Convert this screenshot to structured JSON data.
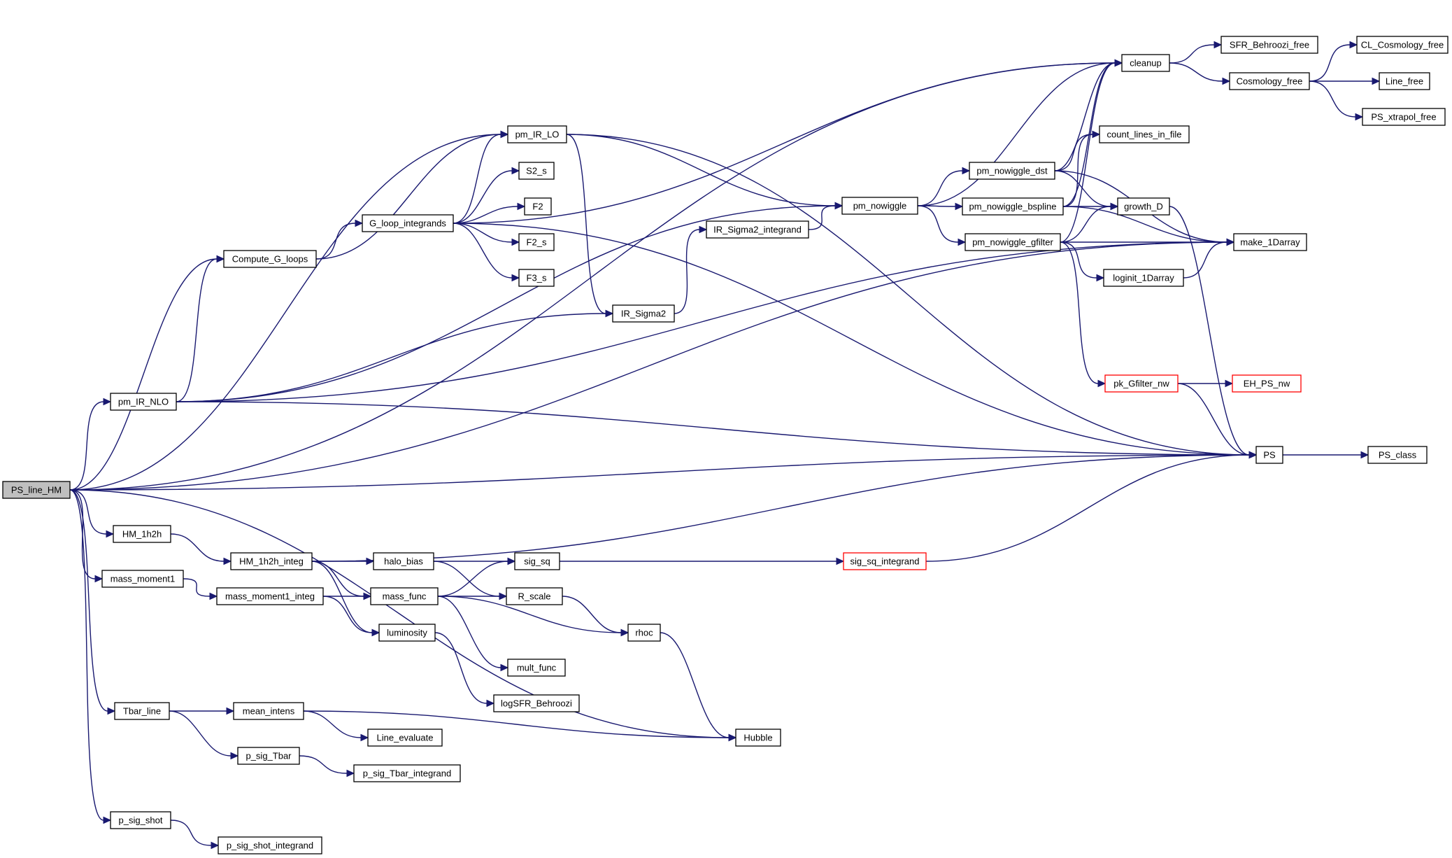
{
  "diagram": {
    "type": "call-graph",
    "colors": {
      "edge": "#191970",
      "node_border": "#000000",
      "node_border_truncated": "#ff0000",
      "root_fill": "#bfbfbf"
    },
    "nodes": [
      {
        "id": "PS_line_HM",
        "label": "PS_line_HM",
        "root": true
      },
      {
        "id": "pm_IR_NLO",
        "label": "pm_IR_NLO"
      },
      {
        "id": "Compute_G_loops",
        "label": "Compute_G_loops"
      },
      {
        "id": "HM_1h2h",
        "label": "HM_1h2h"
      },
      {
        "id": "mass_moment1",
        "label": "mass_moment1"
      },
      {
        "id": "Tbar_line",
        "label": "Tbar_line"
      },
      {
        "id": "p_sig_shot",
        "label": "p_sig_shot"
      },
      {
        "id": "G_loop_integrands",
        "label": "G_loop_integrands"
      },
      {
        "id": "HM_1h2h_integ",
        "label": "HM_1h2h_integ"
      },
      {
        "id": "mass_moment1_integ",
        "label": "mass_moment1_integ"
      },
      {
        "id": "mean_intens",
        "label": "mean_intens"
      },
      {
        "id": "p_sig_Tbar",
        "label": "p_sig_Tbar"
      },
      {
        "id": "p_sig_shot_integrand",
        "label": "p_sig_shot_integrand"
      },
      {
        "id": "pm_IR_LO",
        "label": "pm_IR_LO"
      },
      {
        "id": "S2_s",
        "label": "S2_s"
      },
      {
        "id": "F2",
        "label": "F2"
      },
      {
        "id": "F2_s",
        "label": "F2_s"
      },
      {
        "id": "F3_s",
        "label": "F3_s"
      },
      {
        "id": "halo_bias",
        "label": "halo_bias"
      },
      {
        "id": "mass_func",
        "label": "mass_func"
      },
      {
        "id": "luminosity",
        "label": "luminosity"
      },
      {
        "id": "Line_evaluate",
        "label": "Line_evaluate"
      },
      {
        "id": "p_sig_Tbar_integrand",
        "label": "p_sig_Tbar_integrand"
      },
      {
        "id": "sig_sq",
        "label": "sig_sq"
      },
      {
        "id": "R_scale",
        "label": "R_scale"
      },
      {
        "id": "mult_func",
        "label": "mult_func"
      },
      {
        "id": "logSFR_Behroozi",
        "label": "logSFR_Behroozi"
      },
      {
        "id": "IR_Sigma2",
        "label": "IR_Sigma2"
      },
      {
        "id": "rhoc",
        "label": "rhoc"
      },
      {
        "id": "IR_Sigma2_integrand",
        "label": "IR_Sigma2_integrand"
      },
      {
        "id": "Hubble",
        "label": "Hubble"
      },
      {
        "id": "pm_nowiggle",
        "label": "pm_nowiggle"
      },
      {
        "id": "sig_sq_integrand",
        "label": "sig_sq_integrand",
        "truncated": true
      },
      {
        "id": "pm_nowiggle_dst",
        "label": "pm_nowiggle_dst"
      },
      {
        "id": "pm_nowiggle_bspline",
        "label": "pm_nowiggle_bspline"
      },
      {
        "id": "pm_nowiggle_gfilter",
        "label": "pm_nowiggle_gfilter"
      },
      {
        "id": "cleanup",
        "label": "cleanup"
      },
      {
        "id": "count_lines_in_file",
        "label": "count_lines_in_file"
      },
      {
        "id": "growth_D",
        "label": "growth_D"
      },
      {
        "id": "loginit_1Darray",
        "label": "loginit_1Darray"
      },
      {
        "id": "pk_Gfilter_nw",
        "label": "pk_Gfilter_nw",
        "truncated": true
      },
      {
        "id": "SFR_Behroozi_free",
        "label": "SFR_Behroozi_free"
      },
      {
        "id": "Cosmology_free",
        "label": "Cosmology_free"
      },
      {
        "id": "make_1Darray",
        "label": "make_1Darray"
      },
      {
        "id": "PS",
        "label": "PS"
      },
      {
        "id": "EH_PS_nw",
        "label": "EH_PS_nw",
        "truncated": true
      },
      {
        "id": "CL_Cosmology_free",
        "label": "CL_Cosmology_free"
      },
      {
        "id": "Line_free",
        "label": "Line_free"
      },
      {
        "id": "PS_xtrapol_free",
        "label": "PS_xtrapol_free"
      },
      {
        "id": "PS_class",
        "label": "PS_class"
      }
    ],
    "edges": [
      {
        "from": "PS_line_HM",
        "to": "cleanup"
      },
      {
        "from": "PS_line_HM",
        "to": "make_1Darray"
      },
      {
        "from": "PS_line_HM",
        "to": "pm_IR_LO"
      },
      {
        "from": "PS_line_HM",
        "to": "Compute_G_loops"
      },
      {
        "from": "PS_line_HM",
        "to": "pm_IR_NLO"
      },
      {
        "from": "PS_line_HM",
        "to": "PS"
      },
      {
        "from": "PS_line_HM",
        "to": "HM_1h2h"
      },
      {
        "from": "PS_line_HM",
        "to": "mass_moment1"
      },
      {
        "from": "PS_line_HM",
        "to": "Tbar_line"
      },
      {
        "from": "PS_line_HM",
        "to": "Hubble"
      },
      {
        "from": "PS_line_HM",
        "to": "p_sig_shot"
      },
      {
        "from": "pm_IR_NLO",
        "to": "Compute_G_loops"
      },
      {
        "from": "pm_IR_NLO",
        "to": "IR_Sigma2"
      },
      {
        "from": "pm_IR_NLO",
        "to": "pm_nowiggle"
      },
      {
        "from": "pm_IR_NLO",
        "to": "make_1Darray"
      },
      {
        "from": "pm_IR_NLO",
        "to": "PS"
      },
      {
        "from": "Compute_G_loops",
        "to": "pm_IR_LO"
      },
      {
        "from": "Compute_G_loops",
        "to": "G_loop_integrands"
      },
      {
        "from": "G_loop_integrands",
        "to": "cleanup"
      },
      {
        "from": "G_loop_integrands",
        "to": "pm_IR_LO"
      },
      {
        "from": "G_loop_integrands",
        "to": "S2_s"
      },
      {
        "from": "G_loop_integrands",
        "to": "F2"
      },
      {
        "from": "G_loop_integrands",
        "to": "F2_s"
      },
      {
        "from": "G_loop_integrands",
        "to": "F3_s"
      },
      {
        "from": "G_loop_integrands",
        "to": "PS"
      },
      {
        "from": "pm_IR_LO",
        "to": "pm_nowiggle"
      },
      {
        "from": "pm_IR_LO",
        "to": "IR_Sigma2"
      },
      {
        "from": "pm_IR_LO",
        "to": "PS"
      },
      {
        "from": "IR_Sigma2",
        "to": "IR_Sigma2_integrand"
      },
      {
        "from": "IR_Sigma2_integrand",
        "to": "pm_nowiggle"
      },
      {
        "from": "pm_nowiggle",
        "to": "cleanup"
      },
      {
        "from": "pm_nowiggle",
        "to": "pm_nowiggle_dst"
      },
      {
        "from": "pm_nowiggle",
        "to": "pm_nowiggle_bspline"
      },
      {
        "from": "pm_nowiggle",
        "to": "pm_nowiggle_gfilter"
      },
      {
        "from": "pm_nowiggle_dst",
        "to": "cleanup"
      },
      {
        "from": "pm_nowiggle_dst",
        "to": "count_lines_in_file"
      },
      {
        "from": "pm_nowiggle_dst",
        "to": "growth_D"
      },
      {
        "from": "pm_nowiggle_dst",
        "to": "make_1Darray"
      },
      {
        "from": "pm_nowiggle_bspline",
        "to": "cleanup"
      },
      {
        "from": "pm_nowiggle_bspline",
        "to": "count_lines_in_file"
      },
      {
        "from": "pm_nowiggle_bspline",
        "to": "growth_D"
      },
      {
        "from": "pm_nowiggle_bspline",
        "to": "make_1Darray"
      },
      {
        "from": "pm_nowiggle_gfilter",
        "to": "cleanup"
      },
      {
        "from": "pm_nowiggle_gfilter",
        "to": "growth_D"
      },
      {
        "from": "pm_nowiggle_gfilter",
        "to": "make_1Darray"
      },
      {
        "from": "pm_nowiggle_gfilter",
        "to": "loginit_1Darray"
      },
      {
        "from": "pm_nowiggle_gfilter",
        "to": "pk_Gfilter_nw"
      },
      {
        "from": "loginit_1Darray",
        "to": "make_1Darray"
      },
      {
        "from": "growth_D",
        "to": "PS"
      },
      {
        "from": "pk_Gfilter_nw",
        "to": "EH_PS_nw"
      },
      {
        "from": "pk_Gfilter_nw",
        "to": "PS"
      },
      {
        "from": "cleanup",
        "to": "SFR_Behroozi_free"
      },
      {
        "from": "cleanup",
        "to": "Cosmology_free"
      },
      {
        "from": "Cosmology_free",
        "to": "CL_Cosmology_free"
      },
      {
        "from": "Cosmology_free",
        "to": "Line_free"
      },
      {
        "from": "Cosmology_free",
        "to": "PS_xtrapol_free"
      },
      {
        "from": "PS",
        "to": "PS_class"
      },
      {
        "from": "HM_1h2h",
        "to": "HM_1h2h_integ"
      },
      {
        "from": "HM_1h2h_integ",
        "to": "PS"
      },
      {
        "from": "HM_1h2h_integ",
        "to": "halo_bias"
      },
      {
        "from": "HM_1h2h_integ",
        "to": "mass_func"
      },
      {
        "from": "HM_1h2h_integ",
        "to": "luminosity"
      },
      {
        "from": "mass_moment1",
        "to": "mass_moment1_integ"
      },
      {
        "from": "mass_moment1_integ",
        "to": "mass_func"
      },
      {
        "from": "mass_moment1_integ",
        "to": "luminosity"
      },
      {
        "from": "halo_bias",
        "to": "sig_sq"
      },
      {
        "from": "halo_bias",
        "to": "R_scale"
      },
      {
        "from": "mass_func",
        "to": "sig_sq"
      },
      {
        "from": "mass_func",
        "to": "R_scale"
      },
      {
        "from": "mass_func",
        "to": "rhoc"
      },
      {
        "from": "mass_func",
        "to": "mult_func"
      },
      {
        "from": "luminosity",
        "to": "logSFR_Behroozi"
      },
      {
        "from": "sig_sq",
        "to": "sig_sq_integrand"
      },
      {
        "from": "sig_sq_integrand",
        "to": "PS"
      },
      {
        "from": "R_scale",
        "to": "rhoc"
      },
      {
        "from": "rhoc",
        "to": "Hubble"
      },
      {
        "from": "Tbar_line",
        "to": "mean_intens"
      },
      {
        "from": "Tbar_line",
        "to": "p_sig_Tbar"
      },
      {
        "from": "mean_intens",
        "to": "Line_evaluate"
      },
      {
        "from": "mean_intens",
        "to": "Hubble"
      },
      {
        "from": "p_sig_Tbar",
        "to": "p_sig_Tbar_integrand"
      },
      {
        "from": "p_sig_shot",
        "to": "p_sig_shot_integrand"
      }
    ]
  }
}
